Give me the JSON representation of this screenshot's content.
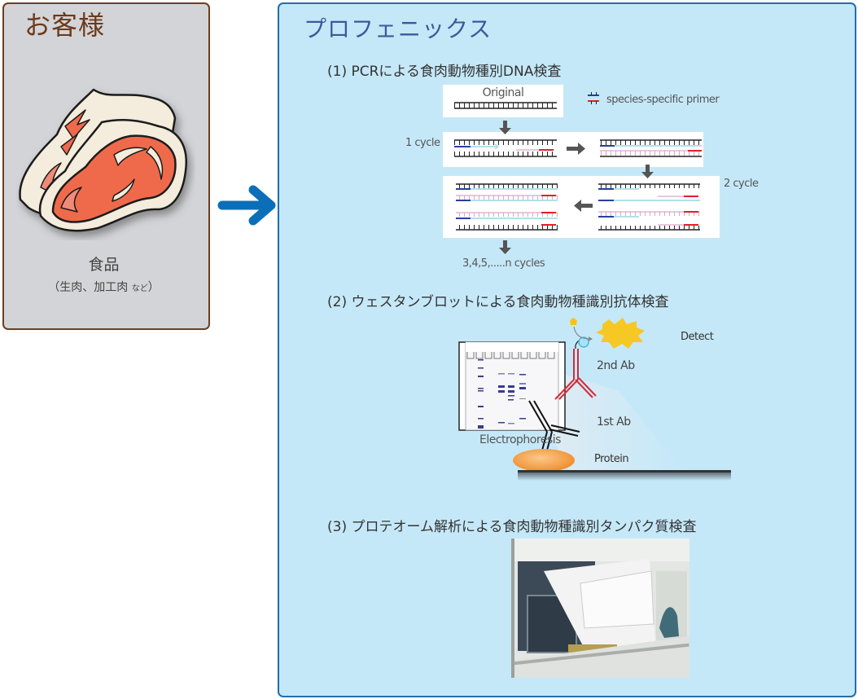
{
  "customer": {
    "title": "お客様",
    "food_label": "食品",
    "food_sub_main": "（生肉、加工肉",
    "food_sub_small": "など",
    "food_sub_close": "）",
    "icon": "meat-icon"
  },
  "flow_arrow": {
    "icon": "arrow-right-icon",
    "color": "#0a6fb8"
  },
  "company": {
    "title": "プロフェニックス",
    "sections": [
      {
        "label": "(1) PCRによる食肉動物種別DNA検査"
      },
      {
        "label": "(2) ウェスタンブロットによる食肉動物種識別抗体検査"
      },
      {
        "label": "(3) プロテオーム解析による食肉動物種識別タンパク質検査"
      }
    ]
  },
  "pcr": {
    "original": "Original",
    "legend": "species-specific primer",
    "cycle1": "1 cycle",
    "cycle2": "2 cycle",
    "cycles_n": "3,4,5,.....n cycles",
    "colors": {
      "primer_forward": "#2b3f9a",
      "primer_reverse": "#e0202c",
      "strand_cyan": "#7fd0da",
      "strand_pink": "#d9a7c7",
      "template": "#222222"
    }
  },
  "western": {
    "electrophoresis": "Electrophoresis",
    "second_ab": "2nd Ab",
    "first_ab": "1st Ab",
    "protein": "Protein",
    "detect": "Detect"
  },
  "proteome": {
    "photo": "mass-spectrometer-photo"
  }
}
